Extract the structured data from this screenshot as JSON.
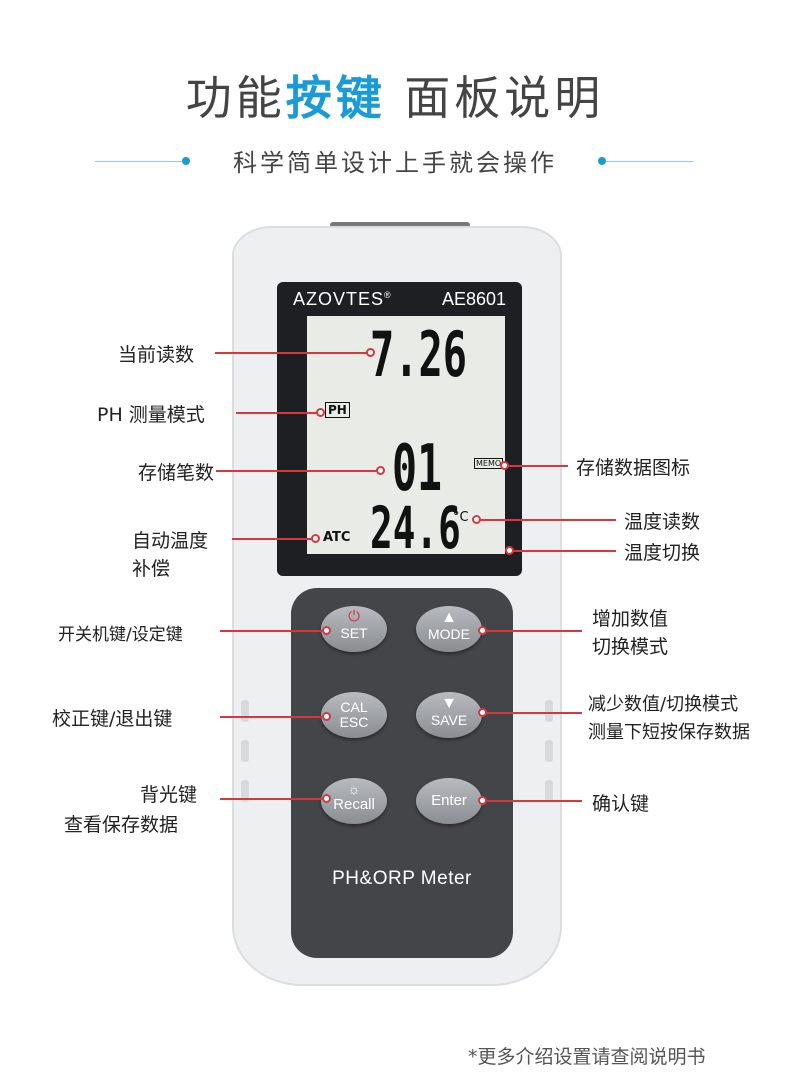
{
  "header": {
    "title_pre": "功能",
    "title_highlight": "按键",
    "title_post": " 面板说明",
    "subtitle": "科学简单设计上手就会操作"
  },
  "device": {
    "brand": "AZOVTES",
    "brand_mark": "®",
    "model": "AE8601",
    "lcd": {
      "reading": "7.26",
      "mode_badge": "PH",
      "memo_badge": "MEMO",
      "record_count": "01",
      "temperature": "24.6",
      "temp_unit": "°C",
      "atc_label": "ATC"
    },
    "buttons": {
      "set": "SET",
      "mode": "MODE",
      "cal_line1": "CAL",
      "cal_line2": "ESC",
      "save": "SAVE",
      "recall": "Recall",
      "enter": "Enter"
    },
    "meter_label": "PH&ORP Meter"
  },
  "annotations": {
    "current_reading": "当前读数",
    "ph_mode": "PH 测量模式",
    "record_count": "存储笔数",
    "atc_line1": "自动温度",
    "atc_line2": "补偿",
    "memo_icon": "存储数据图标",
    "temp_reading": "温度读数",
    "temp_switch": "温度切换",
    "power_set": "开关机键/设定键",
    "mode_line1": "增加数值",
    "mode_line2": "切换模式",
    "cal_esc": "校正键/退出键",
    "save_line1": "减少数值/切换模式",
    "save_line2": "测量下短按保存数据",
    "recall_line1": "背光键",
    "recall_line2": "查看保存数据",
    "enter": "确认键"
  },
  "footer": "*更多介绍设置请查阅说明书",
  "colors": {
    "accent": "#1a9bd7",
    "leader": "#d9363e",
    "keypad": "#434548",
    "lcd": "#e9ebe6"
  }
}
